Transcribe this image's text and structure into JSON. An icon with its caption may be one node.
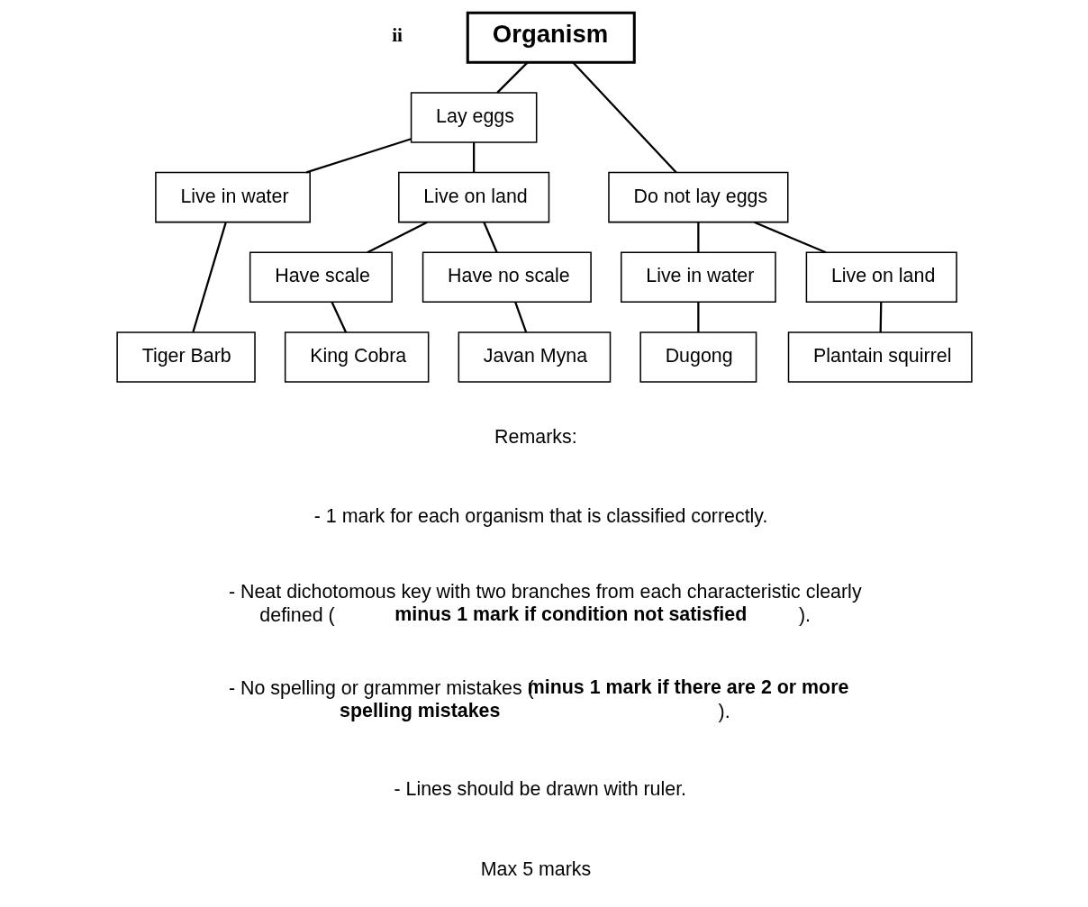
{
  "diagram": {
    "nodes": [
      {
        "text": [
          "Organism"
        ]
      },
      {
        "text": [
          "Lay eggs"
        ]
      },
      {
        "text": [
          "Do not lay eggs"
        ]
      },
      {
        "text": [
          "Live in water"
        ]
      },
      {
        "text": [
          "Live on land"
        ]
      },
      {
        "text": [
          "Tiger Barb"
        ]
      },
      {
        "text": [
          "Have scale"
        ]
      },
      {
        "text": [
          "Have no scale"
        ]
      },
      {
        "text": [
          "King Cobra"
        ]
      },
      {
        "text": [
          "Javan Myna"
        ]
      },
      {
        "text": [
          "Live in water"
        ]
      },
      {
        "text": [
          "Live on land"
        ]
      },
      {
        "text": [
          "Dugong"
        ]
      },
      {
        "text": [
          "Plantain squirrel"
        ]
      }
    ],
    "edges": [
      {
        "from": 0,
        "to": 1,
        "arrow": "none"
      },
      {
        "from": 0,
        "to": 2,
        "arrow": "none"
      },
      {
        "from": 1,
        "to": 3,
        "arrow": "none"
      },
      {
        "from": 1,
        "to": 4,
        "arrow": "none"
      },
      {
        "from": 3,
        "to": 5,
        "arrow": "none"
      },
      {
        "from": 4,
        "to": 6,
        "arrow": "none"
      },
      {
        "from": 4,
        "to": 7,
        "arrow": "none"
      },
      {
        "from": 6,
        "to": 8,
        "arrow": "none"
      },
      {
        "from": 7,
        "to": 9,
        "arrow": "none"
      },
      {
        "from": 2,
        "to": 10,
        "arrow": "none"
      },
      {
        "from": 2,
        "to": 11,
        "arrow": "none"
      },
      {
        "from": 10,
        "to": 12,
        "arrow": "none"
      },
      {
        "from": 11,
        "to": 13,
        "arrow": "none"
      }
    ],
    "labels": [
      "ii",
      "Remarks:",
      "- 1 mark for each organism that is classified correctly.",
      "- Neat dichotomous key with two branches from each characteristic clearly defined (**minus 1 mark if condition not satisfied**).",
      "- No spelling or grammer mistakes (**minus 1 mark if there are 2 or more spelling mistakes**).",
      "- Lines should be drawn with ruler.",
      "Max 5 marks"
    ]
  }
}
